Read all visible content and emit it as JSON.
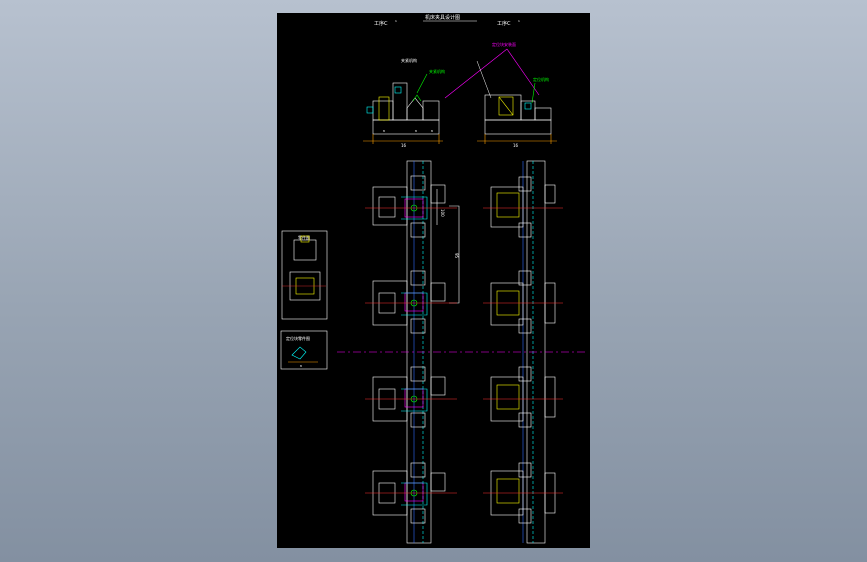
{
  "drawing": {
    "title": "机床夹具设计图",
    "views": {
      "left_label": "工序C",
      "right_label": "工序C",
      "superscript": "1"
    },
    "annotations": {
      "magenta": "定位块安装面",
      "green_left": "夹紧机构",
      "green_right": "定位机构"
    },
    "dims": {
      "base_left": "16",
      "base_right": "16",
      "seg1": "8",
      "seg2": "8",
      "seg3": "8",
      "pitch_a": "100",
      "pitch_b": "95"
    },
    "detail_boxes": {
      "upper_title": "零件图",
      "lower_title": "定位块零件图",
      "lower_dim": "8"
    }
  },
  "colors": {
    "background": "#000000",
    "white": "#ffffff",
    "yellow": "#ffff00",
    "cyan": "#00ffff",
    "green": "#00ff00",
    "magenta": "#ff00ff",
    "red": "#ff3030",
    "blue": "#2f6bff",
    "orange": "#ffa000"
  }
}
